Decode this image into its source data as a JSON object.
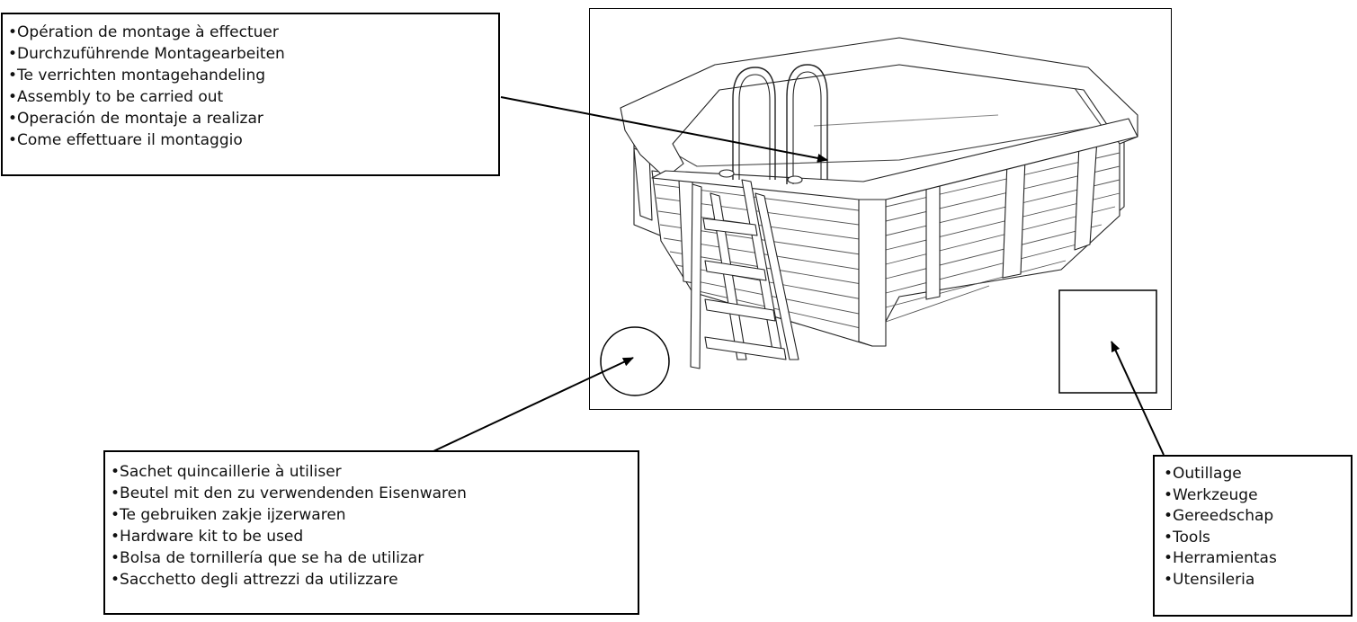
{
  "callouts": {
    "assembly": {
      "items": [
        "Opération de montage à effectuer",
        "Durchzuführende Montagearbeiten",
        "Te verrichten montagehandeling",
        "Assembly to be carried out",
        "Operación de montaje a realizar",
        "Come effettuare il montaggio"
      ]
    },
    "hardware": {
      "items": [
        "Sachet quincaillerie à utiliser",
        "Beutel mit den zu verwendenden Eisenwaren",
        "Te gebruiken zakje ijzerwaren",
        "Hardware kit to be used",
        "Bolsa de tornillería que se ha de utilizar",
        "Sacchetto degli attrezzi da utilizzare"
      ]
    },
    "tools": {
      "items": [
        "Outillage",
        "Werkzeuge",
        "Gereedschap",
        "Tools",
        "Herramientas",
        "Utensileria"
      ]
    }
  }
}
